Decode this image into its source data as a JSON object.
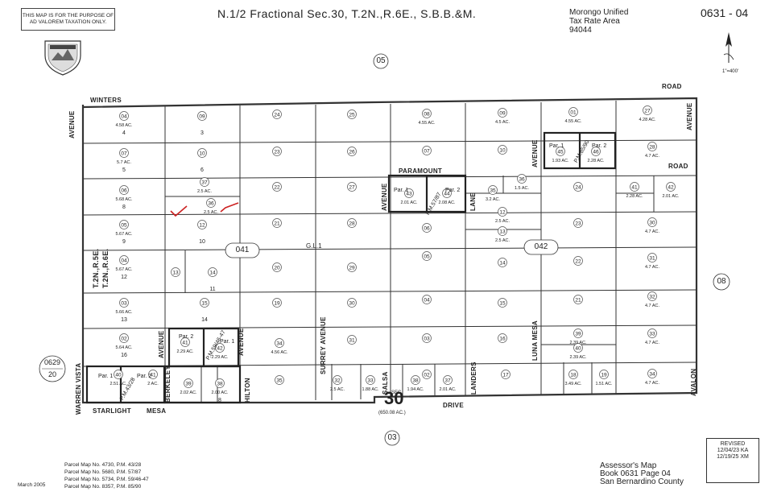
{
  "header": {
    "disclaimer": "THIS MAP IS FOR THE PURPOSE OF AD VALOREM TAXATION ONLY.",
    "title": "N.1/2 Fractional Sec.30, T.2N.,R.6E., S.B.B.&M.",
    "tax_rate_area": [
      "Morongo Unified",
      "Tax Rate Area",
      "94044"
    ],
    "map_number": "0631 - 04",
    "north_arrow_scale": "1\"=400'"
  },
  "adjacent_maps": {
    "north": "05",
    "south": "03",
    "east": "08",
    "west_top": "0629",
    "west_bottom": "20"
  },
  "streets": {
    "winters": "WINTERS",
    "road_top": "ROAD",
    "paramount": "PARAMOUNT",
    "road_right": "ROAD",
    "starlight": "STARLIGHT",
    "mesa": "MESA",
    "drive": "DRIVE",
    "avenue_left": "AVENUE",
    "avenue_right": "AVENUE",
    "avenue_mid": "AVENUE",
    "avenue_pm": "AVENUE",
    "avenue_berk": "AVENUE",
    "avenue_hilton": "AVENUE",
    "lane": "LANE",
    "luna_mesa": "LUNA MESA",
    "surrey": "SURREY AVENUE",
    "avalon": "AVALON",
    "warren_vista": "WARREN VISTA",
    "berkeley": "BERKELEY",
    "hilton": "HILTON",
    "salsa": "SALSA",
    "landers": "LANDERS",
    "township_a": "T.2N.,R.5E.",
    "township_b": "T.2N.,R.6E."
  },
  "section": {
    "number": "30",
    "area": "(650.08 AC.)",
    "gl": "G.L.1",
    "sec_label": "SEC"
  },
  "blocks": {
    "b041": "041",
    "b042": "042"
  },
  "parcel_maps": {
    "pm_a": "P.M.43/28",
    "pm_b": "P.M.59/46-47",
    "pm_c": "P.M.57/87",
    "pm_d": "P.M.85/90"
  },
  "parcels": [
    {
      "n": "04",
      "ac": "4.58 AC.",
      "lot": "4"
    },
    {
      "n": "07",
      "ac": "5.7 AC.",
      "lot": "5"
    },
    {
      "n": "06",
      "ac": "5.68 AC.",
      "lot": "8"
    },
    {
      "n": "05",
      "ac": "5.67 AC.",
      "lot": "9"
    },
    {
      "n": "04",
      "ac": "5.67 AC.",
      "lot": "12"
    },
    {
      "n": "03",
      "ac": "5.66 AC.",
      "lot": "13"
    },
    {
      "n": "02",
      "ac": "5.64 AC.",
      "lot": "16"
    },
    {
      "n": "09",
      "ac": "",
      "lot": "3"
    },
    {
      "n": "10",
      "ac": "",
      "lot": "6"
    },
    {
      "n": "37",
      "ac": "2.5 AC.",
      "lot": ""
    },
    {
      "n": "36",
      "ac": "2.5 AC.",
      "lot": ""
    },
    {
      "n": "12",
      "ac": "",
      "lot": "10"
    },
    {
      "n": "13",
      "ac": "",
      "lot": ""
    },
    {
      "n": "14",
      "ac": "",
      "lot": "11"
    },
    {
      "n": "15",
      "ac": "",
      "lot": "14"
    },
    {
      "n": "24",
      "ac": "",
      "lot": ""
    },
    {
      "n": "23",
      "ac": "",
      "lot": ""
    },
    {
      "n": "22",
      "ac": "",
      "lot": ""
    },
    {
      "n": "21",
      "ac": "",
      "lot": ""
    },
    {
      "n": "20",
      "ac": "",
      "lot": ""
    },
    {
      "n": "19",
      "ac": "",
      "lot": ""
    },
    {
      "n": "34",
      "ac": "4.56 AC.",
      "lot": ""
    },
    {
      "n": "35",
      "ac": "",
      "lot": ""
    },
    {
      "n": "25",
      "ac": "",
      "lot": ""
    },
    {
      "n": "26",
      "ac": "",
      "lot": ""
    },
    {
      "n": "27",
      "ac": "",
      "lot": ""
    },
    {
      "n": "28",
      "ac": "",
      "lot": ""
    },
    {
      "n": "29",
      "ac": "",
      "lot": ""
    },
    {
      "n": "30",
      "ac": "",
      "lot": ""
    },
    {
      "n": "31",
      "ac": "",
      "lot": ""
    },
    {
      "n": "08",
      "ac": "4.55 AC.",
      "lot": ""
    },
    {
      "n": "07",
      "ac": "",
      "lot": ""
    },
    {
      "n": "06",
      "ac": "",
      "lot": ""
    },
    {
      "n": "05",
      "ac": "",
      "lot": ""
    },
    {
      "n": "04",
      "ac": "",
      "lot": ""
    },
    {
      "n": "03",
      "ac": "",
      "lot": ""
    },
    {
      "n": "02",
      "ac": "",
      "lot": ""
    },
    {
      "n": "09",
      "ac": "4.5 AC.",
      "lot": ""
    },
    {
      "n": "10",
      "ac": "",
      "lot": ""
    },
    {
      "n": "36",
      "ac": "1.5 AC.",
      "lot": ""
    },
    {
      "n": "35",
      "ac": "3.2 AC.",
      "lot": ""
    },
    {
      "n": "12",
      "ac": "2.5 AC.",
      "lot": ""
    },
    {
      "n": "13",
      "ac": "2.5 AC.",
      "lot": ""
    },
    {
      "n": "14",
      "ac": "",
      "lot": ""
    },
    {
      "n": "15",
      "ac": "",
      "lot": ""
    },
    {
      "n": "16",
      "ac": "",
      "lot": ""
    },
    {
      "n": "17",
      "ac": "",
      "lot": ""
    },
    {
      "n": "01",
      "ac": "4.55 AC.",
      "lot": ""
    },
    {
      "n": "27",
      "ac": "4.28 AC.",
      "lot": ""
    },
    {
      "n": "28",
      "ac": "4.7 AC.",
      "lot": ""
    },
    {
      "n": "24",
      "ac": "",
      "lot": ""
    },
    {
      "n": "41",
      "ac": "2.28 AC.",
      "lot": ""
    },
    {
      "n": "42",
      "ac": "2.01 AC.",
      "lot": ""
    },
    {
      "n": "23",
      "ac": "",
      "lot": ""
    },
    {
      "n": "30",
      "ac": "4.7 AC.",
      "lot": ""
    },
    {
      "n": "22",
      "ac": "",
      "lot": ""
    },
    {
      "n": "31",
      "ac": "4.7 AC.",
      "lot": ""
    },
    {
      "n": "21",
      "ac": "",
      "lot": ""
    },
    {
      "n": "32",
      "ac": "4.7 AC.",
      "lot": ""
    },
    {
      "n": "39",
      "ac": "2.39 AC.",
      "lot": ""
    },
    {
      "n": "40",
      "ac": "2.39 AC.",
      "lot": ""
    },
    {
      "n": "33",
      "ac": "4.7 AC.",
      "lot": ""
    },
    {
      "n": "18",
      "ac": "3.49 AC.",
      "lot": ""
    },
    {
      "n": "19",
      "ac": "1.51 AC.",
      "lot": ""
    },
    {
      "n": "34",
      "ac": "4.7 AC.",
      "lot": ""
    },
    {
      "n": "43",
      "ac": "2.01 AC.",
      "lot": ""
    },
    {
      "n": "44",
      "ac": "2.08 AC.",
      "lot": ""
    },
    {
      "n": "45",
      "ac": "1.93 AC.",
      "lot": ""
    },
    {
      "n": "46",
      "ac": "2.28 AC.",
      "lot": ""
    },
    {
      "n": "41",
      "ac": "2.29 AC.",
      "lot": ""
    },
    {
      "n": "42",
      "ac": "2.29 AC.",
      "lot": ""
    },
    {
      "n": "40",
      "ac": "2.51 AC.",
      "lot": ""
    },
    {
      "n": "41",
      "ac": "2 AC.",
      "lot": ""
    },
    {
      "n": "39",
      "ac": "2.02 AC.",
      "lot": ""
    },
    {
      "n": "38",
      "ac": "2.00 AC.",
      "lot": "8"
    },
    {
      "n": "32",
      "ac": "2.5 AC.",
      "lot": ""
    },
    {
      "n": "33",
      "ac": "1.88 AC.",
      "lot": ""
    },
    {
      "n": "38",
      "ac": "1.94 AC.",
      "lot": ""
    },
    {
      "n": "37",
      "ac": "2.01 AC.",
      "lot": ""
    }
  ],
  "par_labels": {
    "p1": "Par. 1",
    "p2": "Par. 2"
  },
  "revised": {
    "title": "REVISED",
    "line1": "12/04/23 KA",
    "line2": "12/19/25 XM"
  },
  "assessor": [
    "Assessor's Map",
    "Book 0631 Page 04",
    "San Bernardino County"
  ],
  "date": "March 2005",
  "footnotes": [
    "Parcel Map No. 4730, P.M. 43/28",
    "Parcel Map No. 5680, P.M. 57/87",
    "Parcel Map No. 5734, P.M. 59/46-47",
    "Parcel Map No. 8357, P.M. 85/90"
  ],
  "colors": {
    "line": "#333333",
    "ink": "#222222",
    "annotation": "#cc2222"
  }
}
